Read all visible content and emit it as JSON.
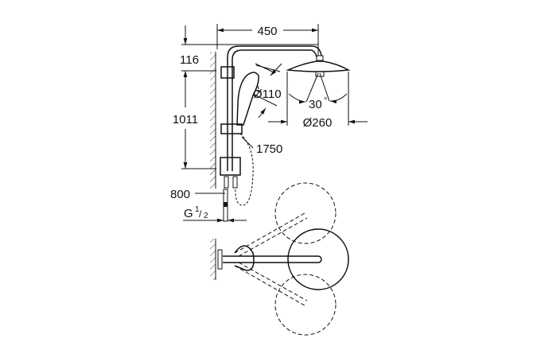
{
  "dimensions": {
    "width": "450",
    "top_offset": "116",
    "rail_height": "1011",
    "hand_shower_diameter": "Ø110",
    "head_diameter": "Ø260",
    "tilt_angle": "30",
    "degree_symbol": "°",
    "hose_length": "1750",
    "connection_length": "800",
    "thread_prefix": "G",
    "thread_num": "1",
    "thread_den": "2"
  }
}
